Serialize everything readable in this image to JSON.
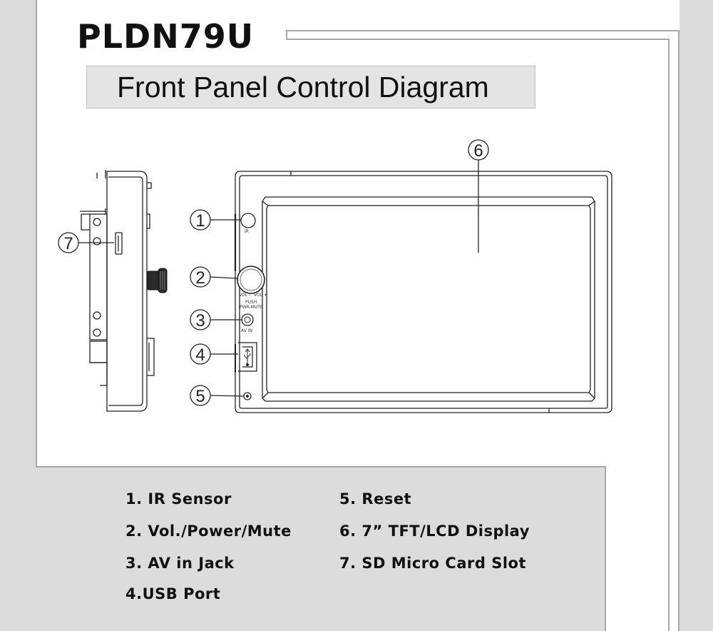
{
  "header": {
    "model": "PLDN79U",
    "subtitle": "Front Panel Control Diagram"
  },
  "diagram": {
    "callouts": [
      "1",
      "2",
      "3",
      "4",
      "5",
      "6",
      "7"
    ],
    "tiny_labels": {
      "ir": "IR",
      "vol_minus": "VOL -",
      "vol_plus": "VOL +",
      "push": "PUSH",
      "pwr_mute": "PWR-MUTE",
      "av_in": "AV IN"
    }
  },
  "legend": {
    "items": [
      "1. IR Sensor",
      "2. Vol./Power/Mute",
      "3. AV in Jack",
      "4.USB Port",
      "5. Reset",
      "6. 7” TFT/LCD Display",
      "7. SD Micro Card Slot"
    ]
  },
  "colors": {
    "frame_grey": "#dcdcdc",
    "frame_line": "#a8a8a8",
    "ink": "#111111"
  }
}
